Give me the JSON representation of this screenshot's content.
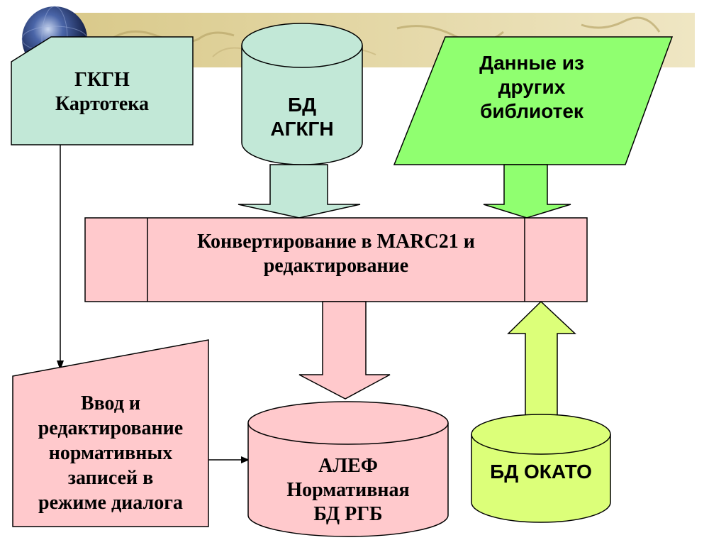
{
  "colors": {
    "mint": "#c2e8d7",
    "pink": "#ffc9cc",
    "green": "#90ff70",
    "lime": "#dcff79",
    "stroke": "#000000",
    "banner": "#e7d9a6"
  },
  "nodes": {
    "gkgn_card": {
      "line1": "ГКГН",
      "line2": "Картотека"
    },
    "bd_agkgn": {
      "line1": "БД",
      "line2": "АГКГН"
    },
    "other_libraries": {
      "line1": "Данные из",
      "line2": "других",
      "line3": "библиотек"
    },
    "convert": {
      "line1": "Конвертирование в MARC21 и",
      "line2": "редактирование"
    },
    "input_edit": {
      "line1": "Ввод и",
      "line2": "редактирование",
      "line3": "нормативных",
      "line4": "записей  в",
      "line5": "режиме диалога"
    },
    "aleph": {
      "line1": "АЛЕФ",
      "line2": "Нормативная",
      "line3": "БД РГБ"
    },
    "bd_okato": {
      "line1": "БД ОКАТО"
    }
  },
  "icons": {
    "globe": "globe-icon",
    "banner": "world-map-banner"
  }
}
